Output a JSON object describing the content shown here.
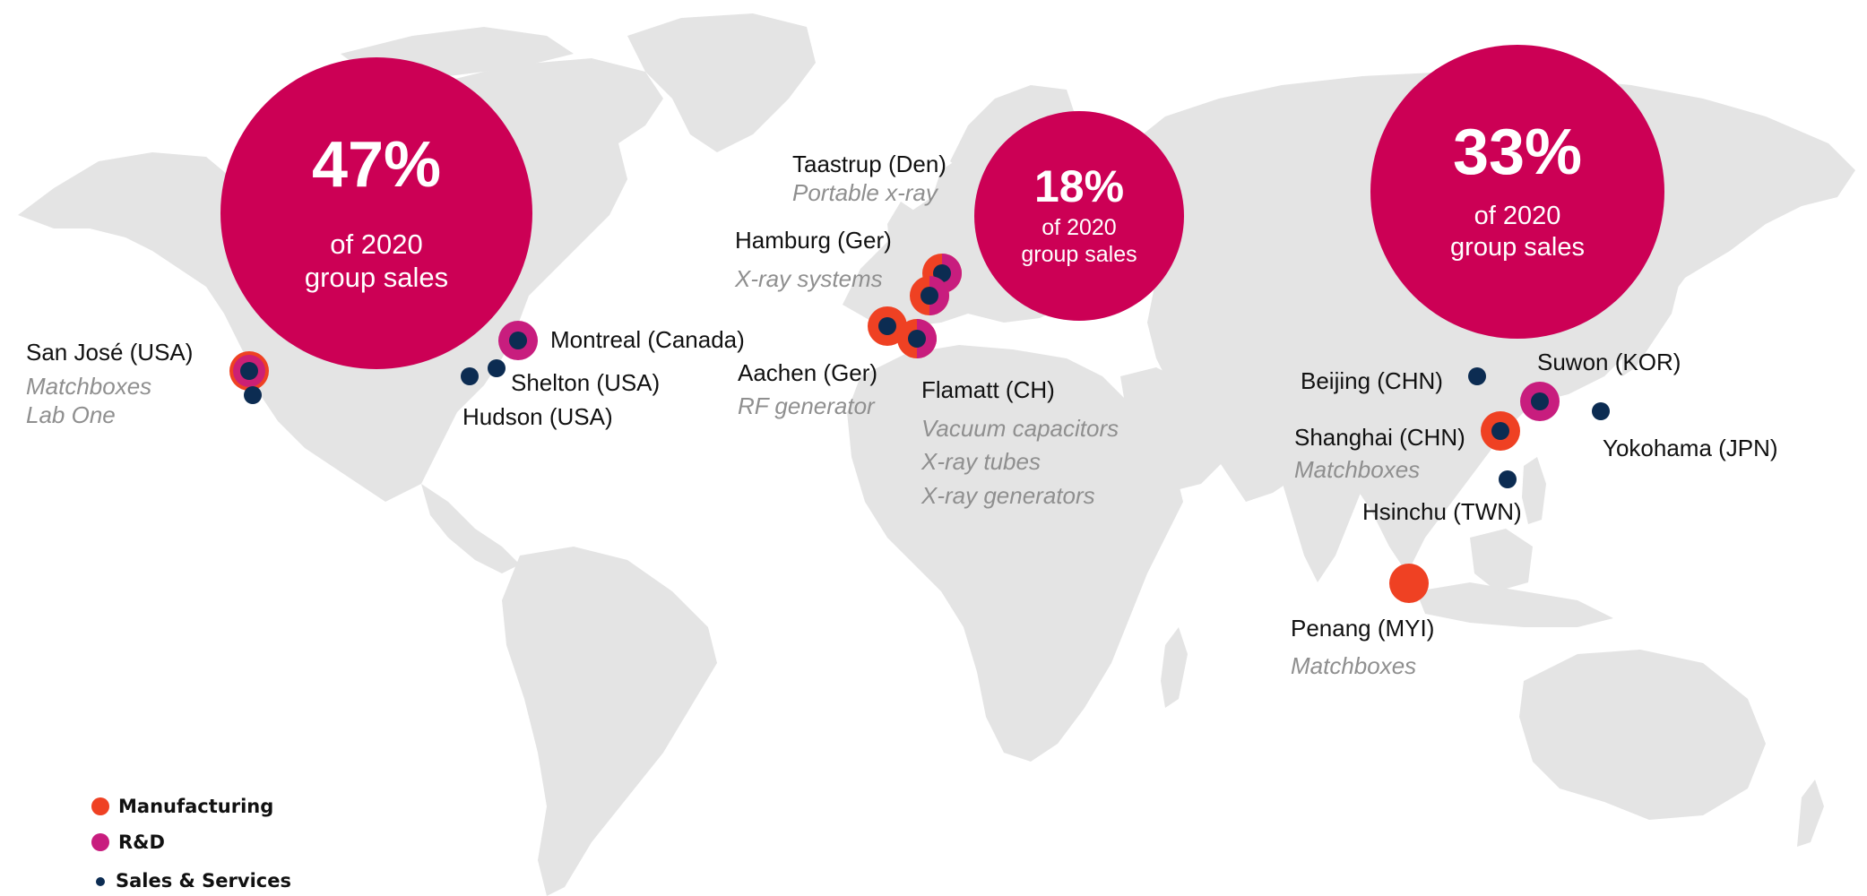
{
  "colors": {
    "land": "#e4e4e4",
    "bubble": "#cc0055",
    "manufacturing": "#ef4123",
    "rnd": "#c81d7e",
    "sales": "#0c2c52"
  },
  "regions": [
    {
      "pct": "47%",
      "line1": "of 2020",
      "line2": "group sales"
    },
    {
      "pct": "18%",
      "line1": "of 2020",
      "line2": "group sales"
    },
    {
      "pct": "33%",
      "line1": "of 2020",
      "line2": "group sales"
    }
  ],
  "sites": [
    {
      "name": "San José (USA)",
      "products": [
        "Matchboxes",
        "Lab One"
      ],
      "types": [
        "manufacturing",
        "rnd",
        "sales"
      ]
    },
    {
      "name": "Montreal (Canada)",
      "products": [],
      "types": [
        "rnd",
        "sales"
      ]
    },
    {
      "name": "Shelton (USA)",
      "products": [],
      "types": [
        "sales"
      ]
    },
    {
      "name": "Hudson (USA)",
      "products": [],
      "types": [
        "sales"
      ]
    },
    {
      "name": "Taastrup (Den)",
      "products": [
        "Portable x-ray"
      ],
      "types": [
        "manufacturing",
        "rnd",
        "sales"
      ]
    },
    {
      "name": "Hamburg (Ger)",
      "products": [
        "X-ray systems"
      ],
      "types": [
        "manufacturing",
        "rnd",
        "sales"
      ]
    },
    {
      "name": "Aachen (Ger)",
      "products": [
        "RF generator"
      ],
      "types": [
        "manufacturing",
        "sales"
      ]
    },
    {
      "name": "Flamatt (CH)",
      "products": [
        "Vacuum capacitors",
        "X-ray tubes",
        "X-ray  generators"
      ],
      "types": [
        "manufacturing",
        "rnd",
        "sales"
      ]
    },
    {
      "name": "Beijing (CHN)",
      "products": [],
      "types": [
        "sales"
      ]
    },
    {
      "name": "Suwon (KOR)",
      "products": [],
      "types": [
        "rnd",
        "sales"
      ]
    },
    {
      "name": "Shanghai (CHN)",
      "products": [
        "Matchboxes"
      ],
      "types": [
        "manufacturing",
        "sales"
      ]
    },
    {
      "name": "Yokohama (JPN)",
      "products": [],
      "types": [
        "sales"
      ]
    },
    {
      "name": "Hsinchu (TWN)",
      "products": [],
      "types": [
        "sales"
      ]
    },
    {
      "name": "Penang (MYI)",
      "products": [
        "Matchboxes"
      ],
      "types": [
        "manufacturing"
      ]
    }
  ],
  "legend": [
    {
      "label": "Manufacturing",
      "icon": "orange-circle-icon"
    },
    {
      "label": "R&D",
      "icon": "magenta-circle-icon"
    },
    {
      "label": "Sales & Services",
      "icon": "navy-dot-icon"
    }
  ]
}
